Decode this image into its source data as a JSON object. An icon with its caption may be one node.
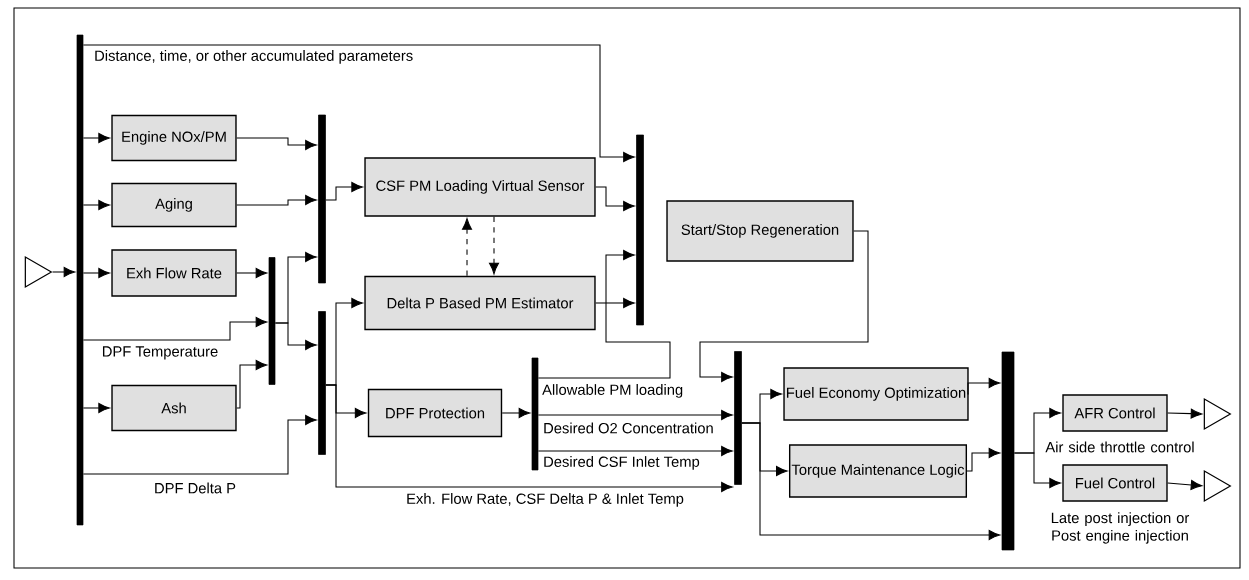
{
  "diagram": {
    "nodes": [
      {
        "text": [],
        "shape": "triangle"
      },
      {
        "text": [],
        "shape": "bar"
      },
      {
        "text": [
          "Engine NOx/PM"
        ]
      },
      {
        "text": [
          "Aging"
        ]
      },
      {
        "text": [
          "Exh Flow Rate"
        ]
      },
      {
        "text": [
          "Ash"
        ]
      },
      {
        "text": [],
        "shape": "bar"
      },
      {
        "text": [],
        "shape": "bar"
      },
      {
        "text": [],
        "shape": "bar"
      },
      {
        "text": [
          "CSF PM Loading Virtual Sensor"
        ]
      },
      {
        "text": [
          "Delta P Based PM Estimator"
        ]
      },
      {
        "text": [
          "DPF Protection"
        ]
      },
      {
        "text": [],
        "shape": "bar"
      },
      {
        "text": [],
        "shape": "bar"
      },
      {
        "text": [
          "Start/Stop Regeneration"
        ]
      },
      {
        "text": [],
        "shape": "bar"
      },
      {
        "text": [
          "Fuel Economy Optimization"
        ]
      },
      {
        "text": [
          "Torque Maintenance Logic"
        ]
      },
      {
        "text": [],
        "shape": "bar"
      },
      {
        "text": [
          "AFR Control"
        ],
        "beside": [
          "Air side throttle control"
        ]
      },
      {
        "text": [
          "Fuel Control"
        ],
        "beside": [
          "Late post injection or Post engine injection"
        ]
      },
      {
        "text": [],
        "shape": "triangle"
      },
      {
        "text": [],
        "shape": "triangle"
      }
    ],
    "edges": [
      {
        "from": 0,
        "to": 1,
        "arrow": "to"
      },
      {
        "from": 1,
        "to": 2,
        "arrow": "to"
      },
      {
        "from": 1,
        "to": 3,
        "arrow": "to"
      },
      {
        "from": 1,
        "to": 4,
        "arrow": "to"
      },
      {
        "from": 1,
        "to": 5,
        "arrow": "to"
      },
      {
        "from": 1,
        "to": 13,
        "arrow": "to",
        "label": "Distance, time, or other accumulated parameters"
      },
      {
        "from": 1,
        "to": 7,
        "arrow": "to",
        "label": "DPF Temperature"
      },
      {
        "from": 1,
        "to": 8,
        "arrow": "to",
        "label": "DPF Delta P"
      },
      {
        "from": 2,
        "to": 6,
        "arrow": "to"
      },
      {
        "from": 3,
        "to": 6,
        "arrow": "to"
      },
      {
        "from": 4,
        "to": 7,
        "arrow": "to"
      },
      {
        "from": 5,
        "to": 7,
        "arrow": "to"
      },
      {
        "from": 7,
        "to": 6,
        "arrow": "to"
      },
      {
        "from": 7,
        "to": 8,
        "arrow": "to"
      },
      {
        "from": 6,
        "to": 9,
        "arrow": "to"
      },
      {
        "from": 8,
        "to": 10,
        "arrow": "to"
      },
      {
        "from": 8,
        "to": 11,
        "arrow": "to"
      },
      {
        "from": 8,
        "to": 15,
        "arrow": "to",
        "label": "Exh. Flow Rate, CSF Delta P & Inlet Temp"
      },
      {
        "from": 10,
        "to": 9,
        "arrow": "to",
        "style": "dashed"
      },
      {
        "from": 9,
        "to": 10,
        "arrow": "to",
        "style": "dashed"
      },
      {
        "from": 9,
        "to": 13,
        "arrow": "to"
      },
      {
        "from": 10,
        "to": 13,
        "arrow": "to"
      },
      {
        "from": 11,
        "to": 12,
        "arrow": "to"
      },
      {
        "from": 12,
        "to": 13,
        "arrow": "to",
        "label": "Allowable PM loading"
      },
      {
        "from": 12,
        "to": 15,
        "arrow": "to",
        "label": "Desired O2 Concentration"
      },
      {
        "from": 12,
        "to": 15,
        "arrow": "to",
        "label": "Desired CSF Inlet Temp"
      },
      {
        "from": 14,
        "to": 15,
        "arrow": "to"
      },
      {
        "from": 15,
        "to": 16,
        "arrow": "to"
      },
      {
        "from": 15,
        "to": 17,
        "arrow": "to"
      },
      {
        "from": 15,
        "to": 18,
        "arrow": "to"
      },
      {
        "from": 16,
        "to": 18,
        "arrow": "to"
      },
      {
        "from": 17,
        "to": 18,
        "arrow": "to"
      },
      {
        "from": 18,
        "to": 19,
        "arrow": "to"
      },
      {
        "from": 18,
        "to": 20,
        "arrow": "to"
      },
      {
        "from": 19,
        "to": 21,
        "arrow": "to"
      },
      {
        "from": 20,
        "to": 22,
        "arrow": "to"
      }
    ]
  }
}
